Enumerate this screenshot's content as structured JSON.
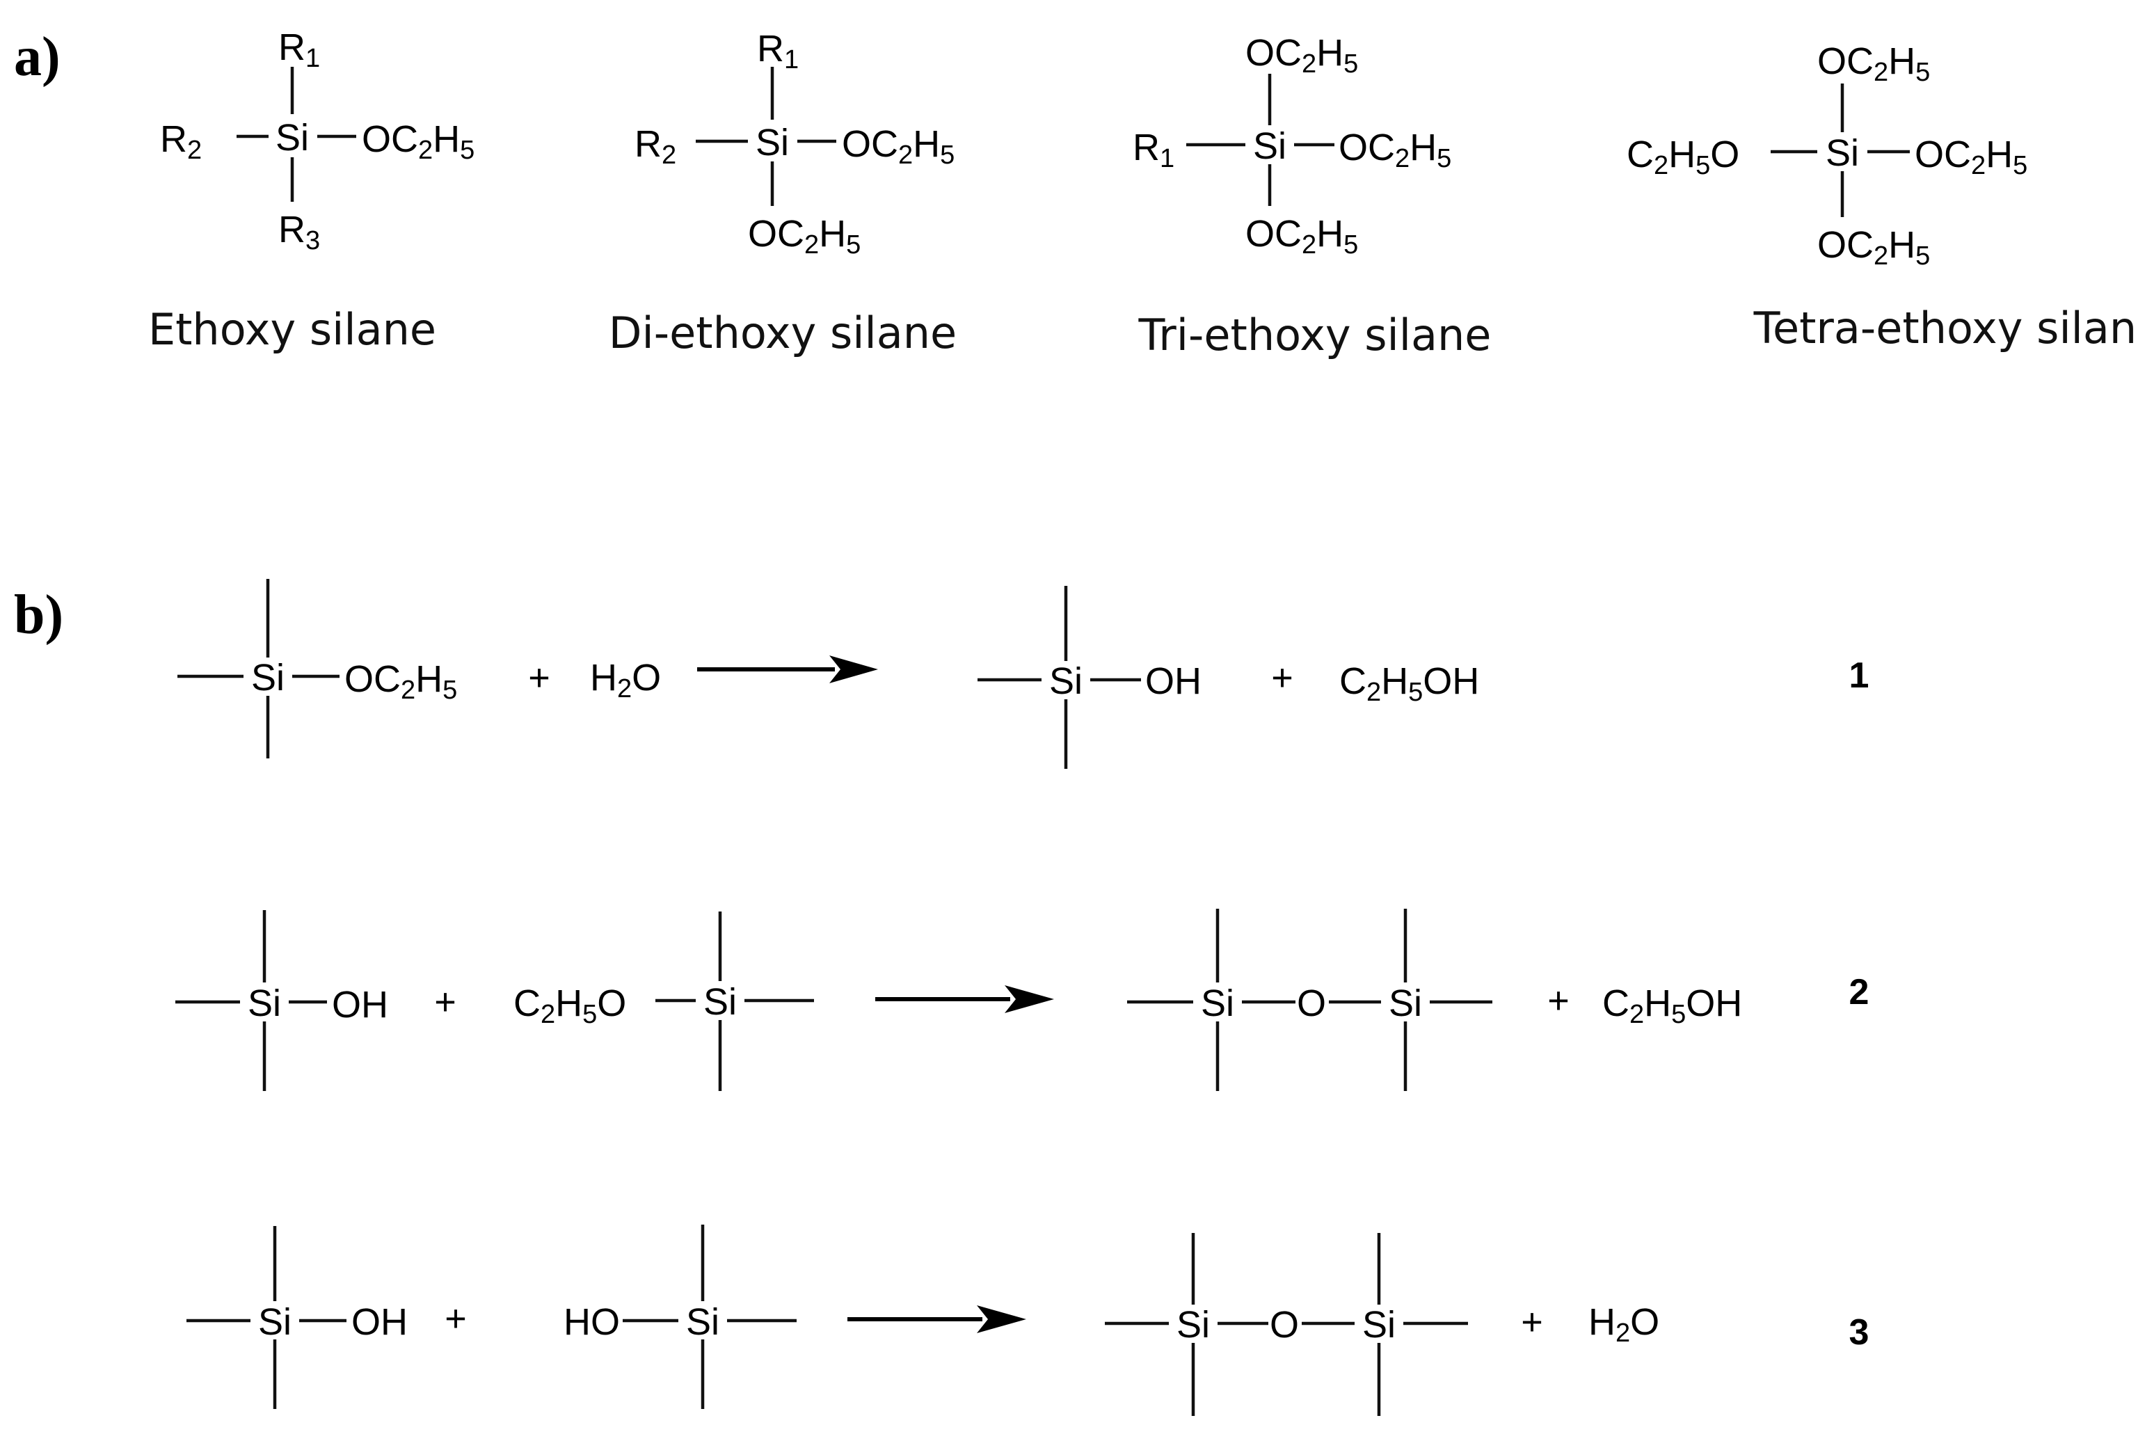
{
  "panel_labels": {
    "a": "a)",
    "b": "b)"
  },
  "group_a": {
    "structures": [
      {
        "caption": "Ethoxy silane",
        "center": "Si",
        "top": {
          "main": "R",
          "sub": "1"
        },
        "left": {
          "main": "R",
          "sub": "2"
        },
        "right": {
          "parts": [
            "OC",
            "2",
            "H",
            "5"
          ]
        },
        "bottom": {
          "main": "R",
          "sub": "3"
        }
      },
      {
        "caption": "Di-ethoxy silane",
        "center": "Si",
        "top": {
          "main": "R",
          "sub": "1"
        },
        "left": {
          "main": "R",
          "sub": "2"
        },
        "right": {
          "parts": [
            "OC",
            "2",
            "H",
            "5"
          ]
        },
        "bottom": {
          "parts": [
            "OC",
            "2",
            "H",
            "5"
          ]
        }
      },
      {
        "caption": "Tri-ethoxy silane",
        "center": "Si",
        "top": {
          "parts": [
            "OC",
            "2",
            "H",
            "5"
          ]
        },
        "left": {
          "main": "R",
          "sub": "1"
        },
        "right": {
          "parts": [
            "OC",
            "2",
            "H",
            "5"
          ]
        },
        "bottom": {
          "parts": [
            "OC",
            "2",
            "H",
            "5"
          ]
        }
      },
      {
        "caption": "Tetra-ethoxy silane",
        "center": "Si",
        "top": {
          "parts": [
            "OC",
            "2",
            "H",
            "5"
          ]
        },
        "left": {
          "parts": [
            "C",
            "2",
            "H",
            "5",
            "O"
          ]
        },
        "right": {
          "parts": [
            "OC",
            "2",
            "H",
            "5"
          ]
        },
        "bottom": {
          "parts": [
            "OC",
            "2",
            "H",
            "5"
          ]
        }
      }
    ]
  },
  "group_b": {
    "reactions": [
      {
        "number": "1",
        "si": "Si",
        "r1_group": [
          "OC",
          "2",
          "H",
          "5"
        ],
        "plus": "+",
        "reagent": [
          "H",
          "2",
          "O"
        ],
        "p1_group": "OH",
        "byproduct": [
          "C",
          "2",
          "H",
          "5",
          "OH"
        ]
      },
      {
        "number": "2",
        "si": "Si",
        "r1_group": "OH",
        "plus": "+",
        "r2_group": [
          "C",
          "2",
          "H",
          "5",
          "O"
        ],
        "bridge": "O",
        "byproduct": [
          "C",
          "2",
          "H",
          "5",
          "OH"
        ]
      },
      {
        "number": "3",
        "si": "Si",
        "r1_group": "OH",
        "plus": "+",
        "r2_group": "HO",
        "bridge": "O",
        "byproduct": [
          "H",
          "2",
          "O"
        ]
      }
    ]
  }
}
